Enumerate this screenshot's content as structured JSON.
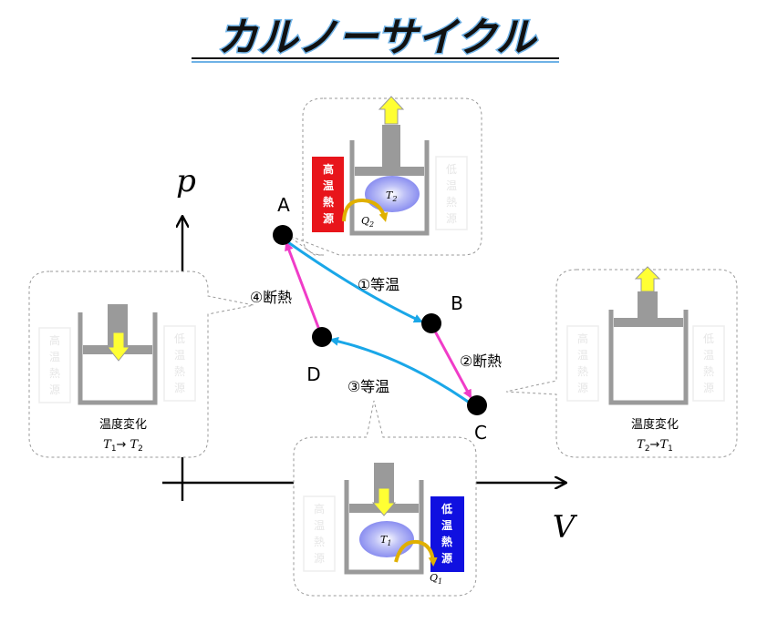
{
  "title": "カルノーサイクル",
  "axes": {
    "y_label": "p",
    "x_label": "V"
  },
  "points": [
    {
      "id": "A",
      "label": "A"
    },
    {
      "id": "B",
      "label": "B"
    },
    {
      "id": "C",
      "label": "C"
    },
    {
      "id": "D",
      "label": "D"
    }
  ],
  "processes": {
    "ab": "①等温",
    "bc": "②断熱",
    "cd": "③等温",
    "da": "④断熱"
  },
  "reservoirs": {
    "hot": [
      "高",
      "温",
      "熱",
      "源"
    ],
    "cold": [
      "低",
      "温",
      "熱",
      "源"
    ]
  },
  "panels": {
    "top": {
      "gas_temp_base": "T",
      "gas_temp_sub": "2",
      "heat_base": "Q",
      "heat_sub": "2"
    },
    "bottom": {
      "gas_temp_base": "T",
      "gas_temp_sub": "1",
      "heat_base": "Q",
      "heat_sub": "1"
    },
    "left": {
      "caption": "温度変化",
      "from_base": "T",
      "from_sub": "1",
      "arrow": "→",
      "to_base": "T",
      "to_sub": "2"
    },
    "right": {
      "caption": "温度変化",
      "from_base": "T",
      "from_sub": "2",
      "arrow": "→",
      "to_base": "T",
      "to_sub": "1"
    }
  },
  "colors": {
    "isothermal": "#1aa7e8",
    "adiabatic": "#f03cc8",
    "hot": "#e8151b",
    "cold": "#1010e0",
    "piston": "#9a9a9a",
    "push_arrow": "#ffff33",
    "gas": "#8a8ef0",
    "heat_arrow": "#e0b000"
  }
}
